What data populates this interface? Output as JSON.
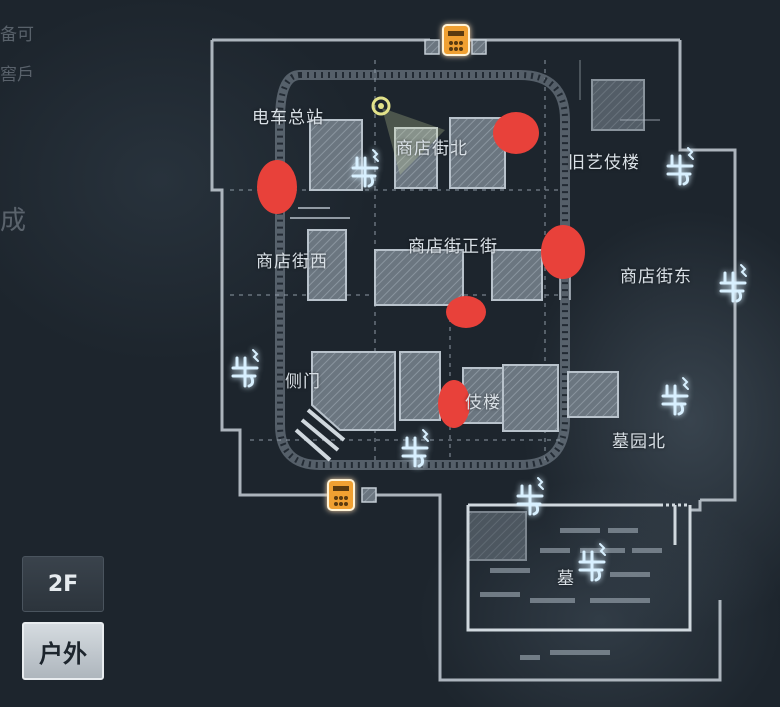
{
  "map": {
    "labels": {
      "tram_station": "电车总站",
      "shop_north": "商店街北",
      "old_theater": "旧艺伎楼",
      "shop_main": "商店街正街",
      "shop_west": "商店街西",
      "shop_east": "商店街东",
      "side_gate": "侧门",
      "theater": "伎楼",
      "cemetery_north": "墓园北",
      "cemetery": "墓"
    },
    "edge_fragments": {
      "top_left_1": "备可",
      "top_left_2": "窖戶",
      "left_mid": "成"
    }
  },
  "floors": {
    "upper": "2F",
    "outdoor": "户外"
  },
  "colors": {
    "marker_red": "#e8413a",
    "generator_orange": "#f0a033",
    "window_glow": "#bfe4ff",
    "wall": "#c5ced6"
  }
}
